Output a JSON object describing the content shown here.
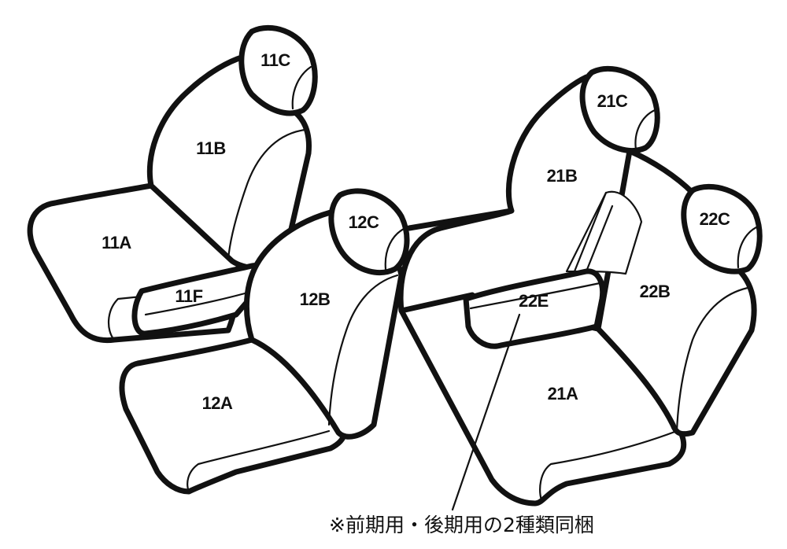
{
  "labels": {
    "p11A": "11A",
    "p11B": "11B",
    "p11C": "11C",
    "p11F": "11F",
    "p12A": "12A",
    "p12B": "12B",
    "p12C": "12C",
    "p21A": "21A",
    "p21B": "21B",
    "p21C": "21C",
    "p22B": "22B",
    "p22C": "22C",
    "p22E": "22E"
  },
  "note": "※前期用・後期用の2種類同梱"
}
